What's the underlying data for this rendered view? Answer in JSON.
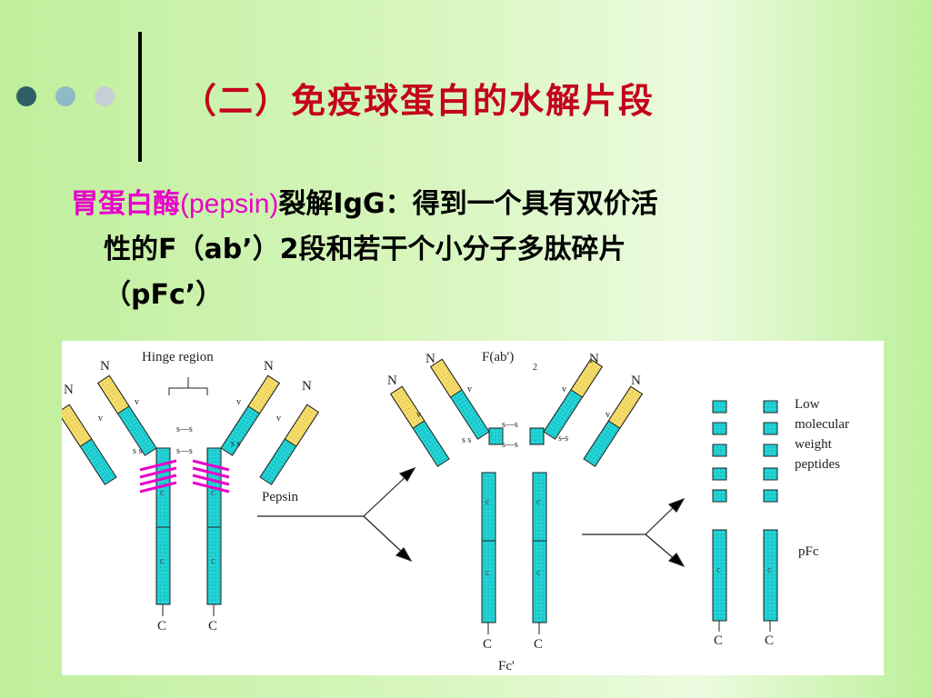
{
  "slide": {
    "title": "（二）免疫球蛋白的水解片段",
    "paragraph": {
      "line1_highlight": "胃蛋白酶",
      "line1_term": "(pepsin)",
      "line1_rest": "裂解IgG：得到一个具有双价活",
      "line2": "性的F（ab’）2段和若干个小分子多肽碎片",
      "line3": "（pFc’）"
    }
  },
  "diagram": {
    "labels": {
      "hinge_region": "Hinge region",
      "pepsin": "Pepsin",
      "fab2": "F(ab')",
      "fab2_sub": "2",
      "fc_prime": "Fc'",
      "low_mw_1": "Low",
      "low_mw_2": "molecular",
      "low_mw_3": "weight",
      "low_mw_4": "peptides",
      "pfc": "pFc",
      "n_terminus": "N",
      "c_terminus": "C",
      "c_domain": "c",
      "v_domain": "v",
      "disulfide": "s—s",
      "disulfide_angled": "s s",
      "disulfide_slash": "s-s"
    },
    "colors": {
      "cyan": "#22d3d6",
      "yellow": "#f5dc6a",
      "magenta": "#e800c8",
      "title_red": "#c4001c"
    }
  }
}
